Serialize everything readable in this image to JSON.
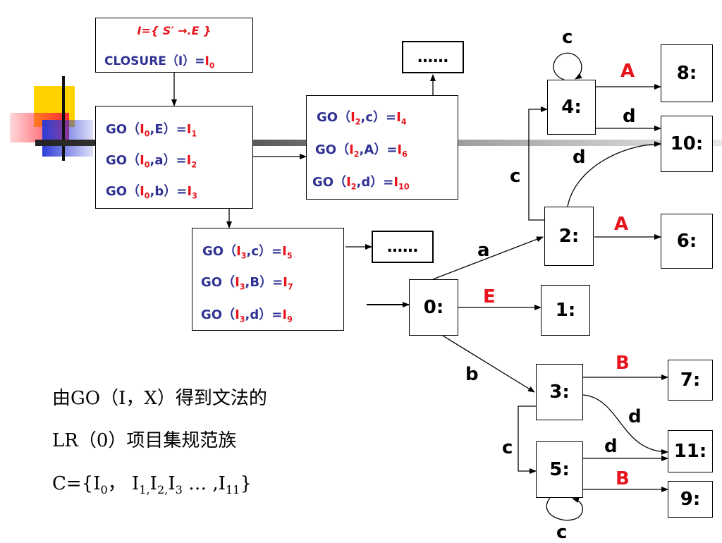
{
  "closure_box": {
    "line1": {
      "prefix": "I={ S′ →.E }"
    },
    "line2": {
      "text": "CLOSURE（I）=",
      "res": "I",
      "res_sub": "0"
    }
  },
  "go_i0": [
    {
      "pre": "GO（",
      "i": "I",
      "i_sub": "0",
      "mid": ",E）=",
      "r": "I",
      "r_sub": "1"
    },
    {
      "pre": "GO（",
      "i": "I",
      "i_sub": "0",
      "mid": ",a）=",
      "r": "I",
      "r_sub": "2"
    },
    {
      "pre": "GO（",
      "i": "I",
      "i_sub": "0",
      "mid": ",b）=",
      "r": "I",
      "r_sub": "3"
    }
  ],
  "go_i2": [
    {
      "pre": "GO（",
      "i": "I",
      "i_sub": "2",
      "mid": ",c）=",
      "r": "I",
      "r_sub": "4"
    },
    {
      "pre": "GO（",
      "i": "I",
      "i_sub": "2",
      "mid": ",A）=",
      "r": "I",
      "r_sub": "6"
    },
    {
      "pre": "GO（",
      "i": "I",
      "i_sub": "2",
      "mid": ",d）=",
      "r": "I",
      "r_sub": "10"
    }
  ],
  "go_i3": [
    {
      "pre": "GO（",
      "i": "I",
      "i_sub": "3",
      "mid": ",c）=",
      "r": "I",
      "r_sub": "5"
    },
    {
      "pre": "GO（",
      "i": "I",
      "i_sub": "3",
      "mid": ",B）=",
      "r": "I",
      "r_sub": "7"
    },
    {
      "pre": "GO（",
      "i": "I",
      "i_sub": "3",
      "mid": ",d）=",
      "r": "I",
      "r_sub": "9"
    }
  ],
  "ellipsis": "……",
  "states": {
    "s0": "0:",
    "s1": "1:",
    "s2": "2:",
    "s3": "3:",
    "s4": "4:",
    "s5": "5:",
    "s6": "6:",
    "s7": "7:",
    "s8": "8:",
    "s9": "9:",
    "s10": "10:",
    "s11": "11:"
  },
  "edge_labels": {
    "E": "E",
    "a": "a",
    "b": "b",
    "c_4_loop": "c",
    "A_4_8": "A",
    "d_4_10": "d",
    "d_2_10": "d",
    "c_2_4": "c",
    "A_2_6": "A",
    "B_3_7": "B",
    "d_3_11": "d",
    "c_3_5": "c",
    "d_5_11": "d",
    "B_5_9": "B",
    "c_5_loop": "c"
  },
  "colors": {
    "blue": "#2e3192",
    "red": "#e8141c",
    "yellow": "#ffd200",
    "deco_blue": "#2d3ad6"
  },
  "caption": {
    "line1": "由GO（I，X）得到文法的",
    "line2": "LR（0）项目集规范族",
    "line3": {
      "pre": "C={I",
      "s0": "0",
      "mid1": "，  I",
      "s1": "1,",
      "mid2": "I",
      "s2": "2,",
      "mid3": "I",
      "s3": "3",
      "mid4": " … ,I",
      "s4": "11",
      "end": "}"
    }
  }
}
